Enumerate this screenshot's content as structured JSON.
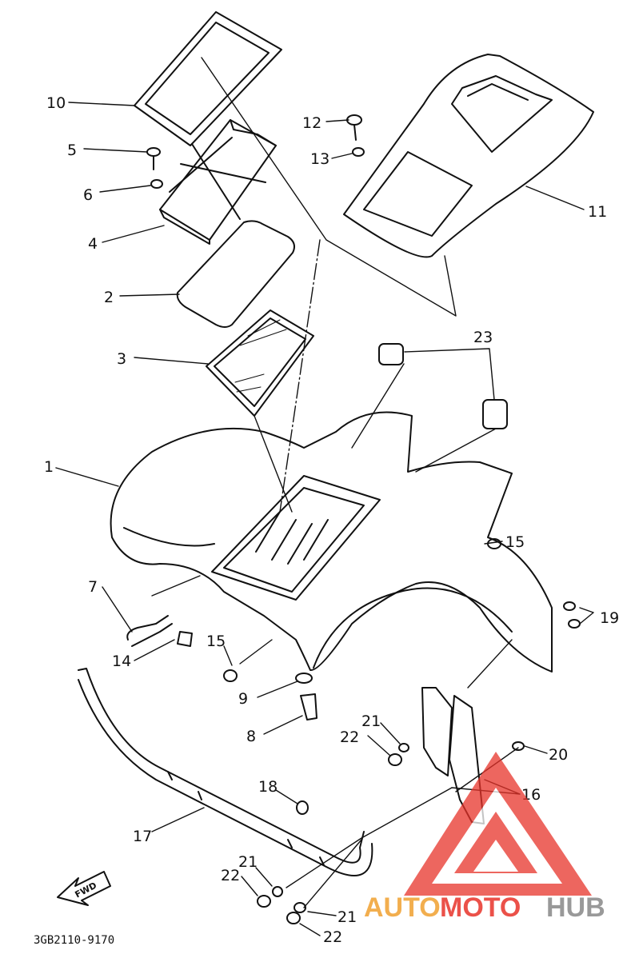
{
  "diagram": {
    "callouts": [
      {
        "id": "10",
        "text": "10"
      },
      {
        "id": "5",
        "text": "5"
      },
      {
        "id": "6",
        "text": "6"
      },
      {
        "id": "4",
        "text": "4"
      },
      {
        "id": "2",
        "text": "2"
      },
      {
        "id": "3",
        "text": "3"
      },
      {
        "id": "1",
        "text": "1"
      },
      {
        "id": "7",
        "text": "7"
      },
      {
        "id": "14",
        "text": "14"
      },
      {
        "id": "15a",
        "text": "15"
      },
      {
        "id": "9",
        "text": "9"
      },
      {
        "id": "8",
        "text": "8"
      },
      {
        "id": "12",
        "text": "12"
      },
      {
        "id": "13",
        "text": "13"
      },
      {
        "id": "11",
        "text": "11"
      },
      {
        "id": "23",
        "text": "23"
      },
      {
        "id": "15b",
        "text": "15"
      },
      {
        "id": "19",
        "text": "19"
      },
      {
        "id": "21a",
        "text": "21"
      },
      {
        "id": "22a",
        "text": "22"
      },
      {
        "id": "20",
        "text": "20"
      },
      {
        "id": "16",
        "text": "16"
      },
      {
        "id": "18",
        "text": "18"
      },
      {
        "id": "17",
        "text": "17"
      },
      {
        "id": "21b",
        "text": "21"
      },
      {
        "id": "22b",
        "text": "22"
      },
      {
        "id": "21c",
        "text": "21"
      },
      {
        "id": "22c",
        "text": "22"
      }
    ],
    "direction_arrow": "FWD",
    "drawing_code": "3GB2110-9170"
  },
  "watermark": {
    "text_part1": "AUTO",
    "text_part2": "MOTO",
    "text_part3": "HUB",
    "colors": {
      "red": "#e8332a",
      "orange": "#f0a030",
      "gray": "#888888"
    }
  },
  "colors": {
    "ink": "#111111",
    "paper": "#ffffff"
  }
}
